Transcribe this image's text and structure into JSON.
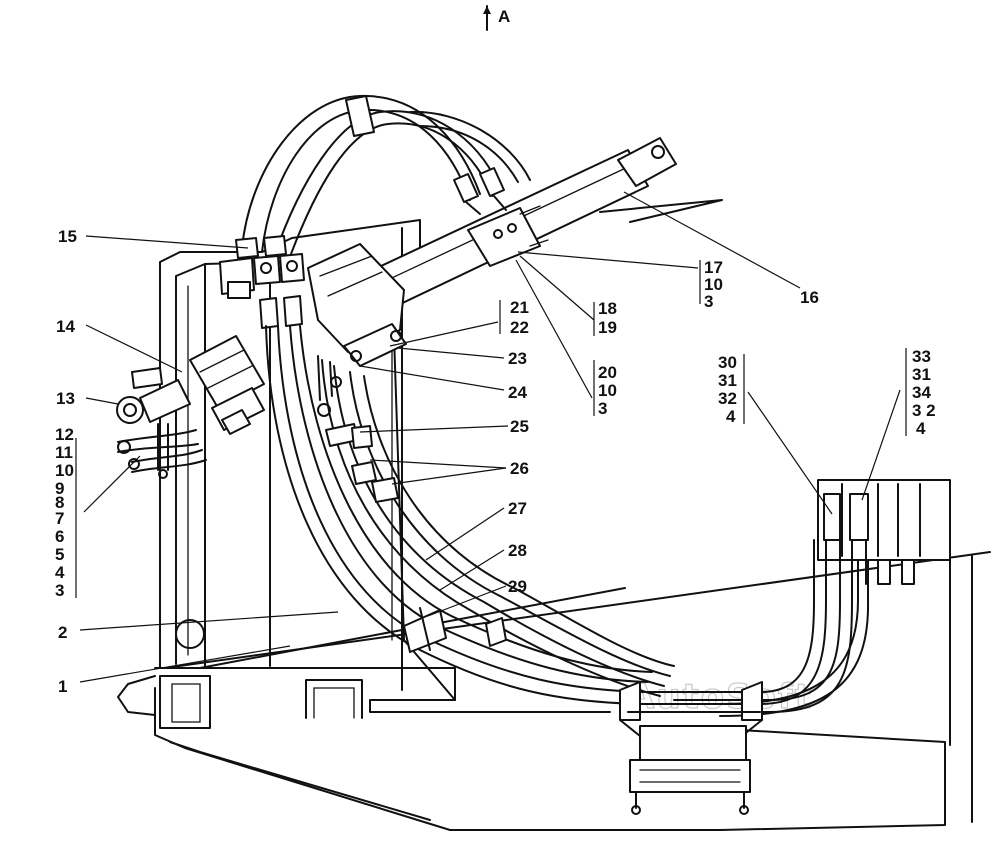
{
  "view_marker": "A",
  "watermark": "AutoSoft",
  "callouts": {
    "c1": "1",
    "c2": "2",
    "c3": "3",
    "c4": "4",
    "c5": "5",
    "c6": "6",
    "c7": "7",
    "c8": "8",
    "c9": "9",
    "c10": "10",
    "c11": "11",
    "c12": "12",
    "c13": "13",
    "c14": "14",
    "c15": "15",
    "c16": "16",
    "c23": "23",
    "c24": "24",
    "c25": "25",
    "c26": "26",
    "c27": "27",
    "c28": "28",
    "c29": "29"
  },
  "callout_stacks": {
    "s17": [
      "17",
      "10",
      "3"
    ],
    "s18": [
      "18",
      "19"
    ],
    "s20": [
      "20",
      "10",
      "3"
    ],
    "s21": [
      "21",
      "22"
    ],
    "s30": [
      "30",
      "31",
      "32",
      "4"
    ],
    "s33": [
      "33",
      "31",
      "34",
      "3 2",
      "4"
    ]
  }
}
